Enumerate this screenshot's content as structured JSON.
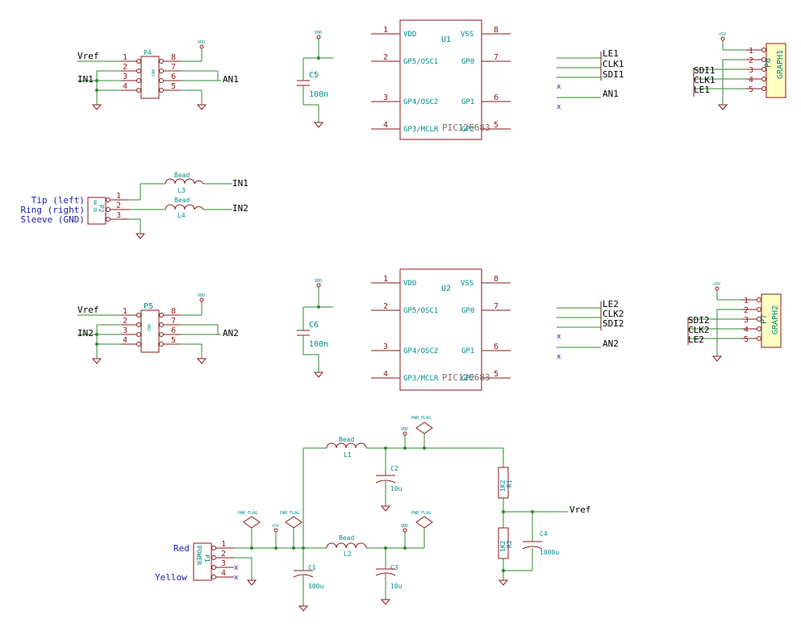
{
  "nets": {
    "vref": "Vref",
    "in1": "IN1",
    "in2": "IN2",
    "an1": "AN1",
    "an2": "AN2",
    "le1": "LE1",
    "clk1": "CLK1",
    "sdi1": "SDI1",
    "le2": "LE2",
    "clk2": "CLK2",
    "sdi2": "SDI2",
    "vdd": "VDD",
    "p5v": "+5V",
    "pwr_flag": "PWR_FLAG",
    "nc": "x"
  },
  "mcu": {
    "u1_ref": "U1",
    "u2_ref": "U2",
    "part": "PIC12F683",
    "pins": [
      {
        "num": "1",
        "name": "VDD"
      },
      {
        "num": "2",
        "name": "GP5/OSC1"
      },
      {
        "num": "3",
        "name": "GP4/OSC2"
      },
      {
        "num": "4",
        "name": "GP3/MCLR"
      },
      {
        "num": "8",
        "name": "VSS"
      },
      {
        "num": "7",
        "name": "GP0"
      },
      {
        "num": "6",
        "name": "GP1"
      },
      {
        "num": "5",
        "name": "GP2"
      }
    ]
  },
  "connectors": {
    "p4_ref": "P4",
    "p4_value": "AN1",
    "p5_ref": "P5",
    "p5_value": "AN2",
    "p6_ref": "P6",
    "p6_value": "GRAPH1",
    "p7_ref": "P7",
    "p7_value": "GRAPH2",
    "p2_ref": "P2",
    "p2_value": "AN_IN",
    "p1_ref": "P1",
    "p1_value": "POWER",
    "header_pins_left": [
      "1",
      "2",
      "3",
      "4"
    ],
    "header_pins_right": [
      "8",
      "7",
      "6",
      "5"
    ],
    "graph_pins": [
      "1",
      "2",
      "3",
      "4",
      "5"
    ],
    "jack_pins": [
      "1",
      "2",
      "3"
    ],
    "power_pins": [
      "1",
      "2",
      "3",
      "4"
    ]
  },
  "jack_labels": {
    "tip": "Tip (left)",
    "ring": "Ring (right)",
    "sleeve": "Sleeve (GND)"
  },
  "power_labels": {
    "red": "Red",
    "yellow": "Yellow"
  },
  "passives": {
    "c5_ref": "C5",
    "c6_ref": "C6",
    "c100n": "100n",
    "c1_ref": "C1",
    "c1_value": "100u",
    "c2_ref": "C2",
    "c2_value": "10u",
    "c3_ref": "C3",
    "c3_value": "10u",
    "c4_ref": "C4",
    "c4_value": "1000u",
    "r1_ref": "R1",
    "r2_ref": "R2",
    "r_value": "1K2",
    "bead": "Bead",
    "l1_ref": "L1",
    "l2_ref": "L2",
    "l3_ref": "L3",
    "l4_ref": "L4"
  }
}
